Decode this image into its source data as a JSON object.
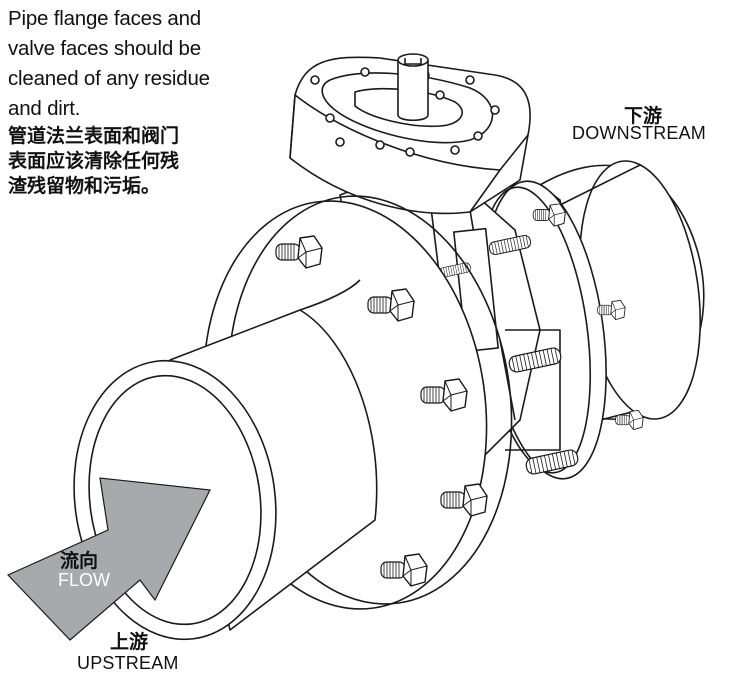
{
  "note": {
    "en_lines": [
      "Pipe flange faces and",
      "valve faces should be",
      "cleaned of any residue",
      "and dirt."
    ],
    "zh_lines": [
      "管道法兰表面和阀门",
      "表面应该清除任何残",
      "渣残留物和污垢。"
    ]
  },
  "downstream": {
    "zh": "下游",
    "en": "DOWNSTREAM"
  },
  "upstream": {
    "zh": "上游",
    "en": "UPSTREAM"
  },
  "flow": {
    "zh": "流向",
    "en": "FLOW"
  },
  "colors": {
    "line": "#1a1a1a",
    "arrow": "#a7a9ac",
    "background": "#ffffff"
  }
}
